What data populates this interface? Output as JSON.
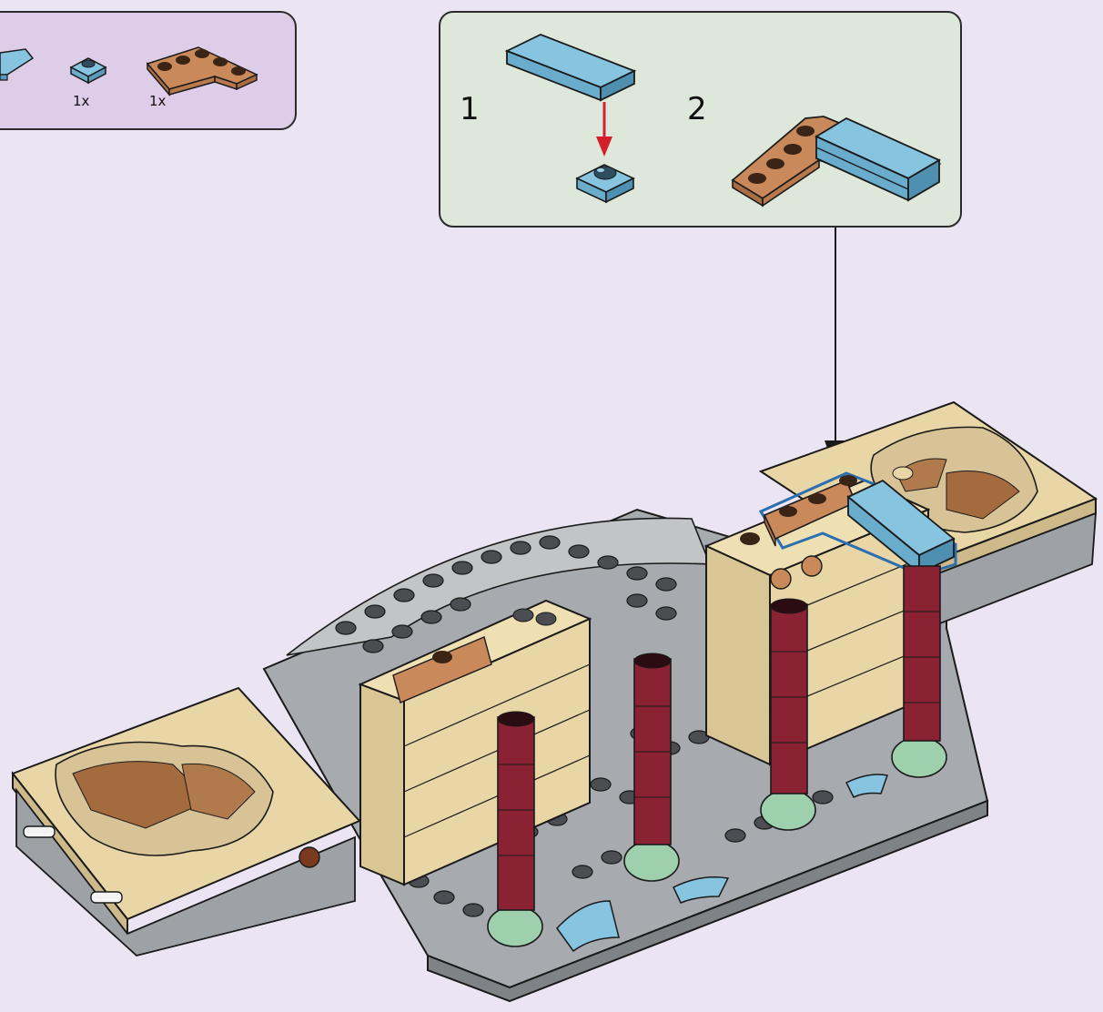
{
  "parts_list": {
    "items": [
      {
        "name": "plate-1x4-azure",
        "qty": ""
      },
      {
        "name": "plate-1x1-round-azure",
        "qty": "1x"
      },
      {
        "name": "plate-corner-medium-nougat",
        "qty": "1x"
      }
    ]
  },
  "substeps": [
    {
      "number": "1"
    },
    {
      "number": "2"
    }
  ],
  "colors": {
    "background": "#ebe4f3",
    "parts_panel": "#ddcde8",
    "steps_panel": "#dde8da",
    "azure": "#86c4e0",
    "nougat": "#c9895a",
    "tan": "#e8d6a6",
    "gray": "#9ea1a6",
    "dark_red": "#8b2233",
    "sand_green": "#9fd0ae",
    "highlight": "#2b6fb0",
    "arrow_red": "#d4202a"
  }
}
